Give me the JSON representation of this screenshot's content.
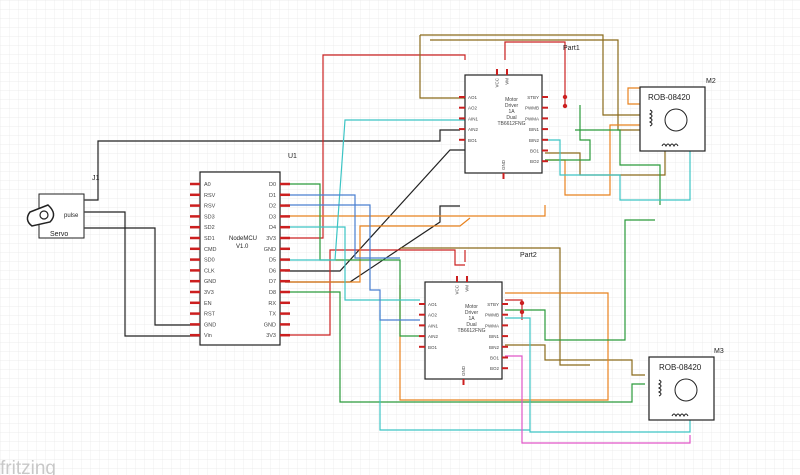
{
  "colors": {
    "grid": "#e6e6e6",
    "black": "#222222",
    "red": "#cc2222",
    "brown": "#8a6a1a",
    "orange": "#e8821e",
    "green": "#2a9a3a",
    "cyan": "#3cc4c4",
    "blue": "#4a7fd0",
    "magenta": "#e056c8",
    "darkred": "#c0392b",
    "pinred": "#cc1f1f"
  },
  "components": {
    "u1": {
      "ref": "U1",
      "title": "NodeMCU",
      "subtitle": "V1.0",
      "left_pins": [
        "A0",
        "RSV",
        "RSV",
        "SD3",
        "SD2",
        "SD1",
        "CMD",
        "SD0",
        "CLK",
        "GND",
        "3V3",
        "EN",
        "RST",
        "GND",
        "Vin"
      ],
      "right_pins": [
        "D0",
        "D1",
        "D2",
        "D3",
        "D4",
        "3V3",
        "GND",
        "D5",
        "D6",
        "D7",
        "D8",
        "RX",
        "TX",
        "GND",
        "3V3"
      ]
    },
    "part1": {
      "ref": "Part1",
      "lines": [
        "Motor",
        "Driver",
        "1A",
        "Dual",
        "TB6612FNG"
      ],
      "top_pins": [
        "VCC",
        "VM"
      ],
      "bottom_pin": "GND",
      "left_pins": [
        "AO1",
        "AO2",
        "AIN1",
        "AIN2",
        "BO1"
      ],
      "right_pins": [
        "STBY",
        "PWMB",
        "PWMA",
        "BIN1",
        "BIN2",
        "BO1",
        "BO2"
      ]
    },
    "part2": {
      "ref": "Part2",
      "lines": [
        "Motor",
        "Driver",
        "1A",
        "Dual",
        "TB6612FNG"
      ],
      "top_pins": [
        "VCC",
        "VM"
      ],
      "bottom_pin": "GND",
      "left_pins": [
        "AO1",
        "AO2",
        "AIN1",
        "AIN2",
        "BO1"
      ],
      "right_pins": [
        "STBY",
        "PWMB",
        "PWMA",
        "BIN1",
        "BIN2",
        "BO1",
        "BO2"
      ]
    },
    "m2": {
      "ref": "M2",
      "title": "ROB-08420"
    },
    "m3": {
      "ref": "M3",
      "title": "ROB-08420"
    },
    "j1": {
      "ref": "J1",
      "title": "Servo",
      "pin_label": "pulse"
    }
  },
  "watermark": "fritzing"
}
